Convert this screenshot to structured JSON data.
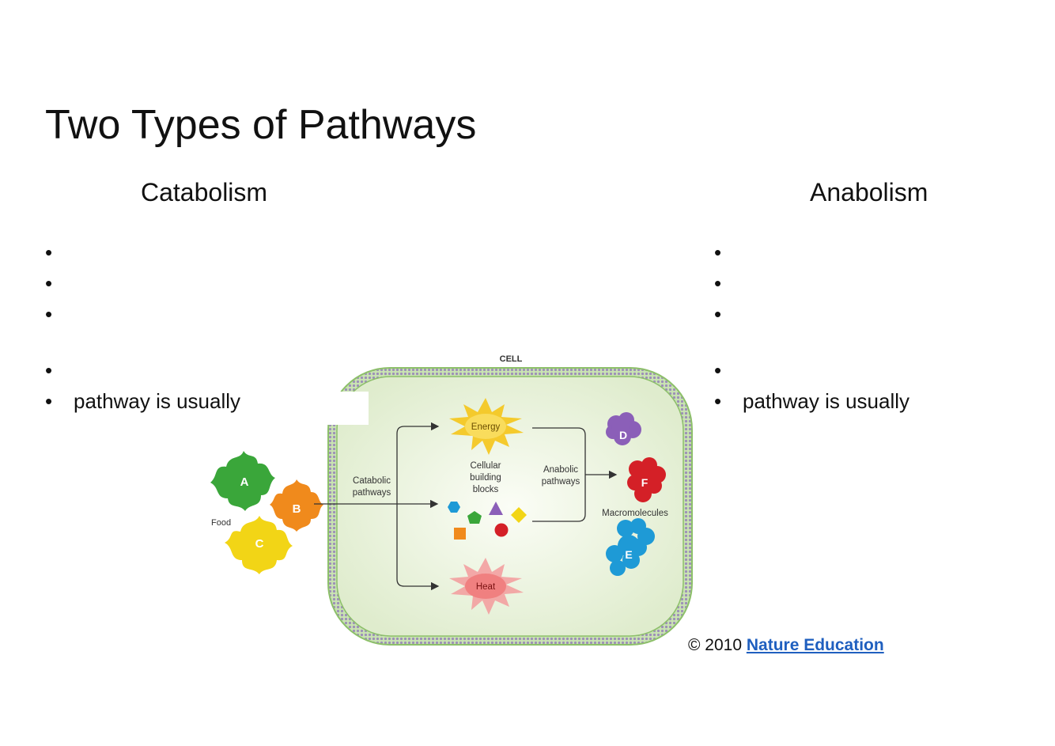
{
  "slide": {
    "title": "Two Types of Pathways"
  },
  "catabolism": {
    "heading": "Catabolism",
    "bullets": [
      "",
      "",
      "",
      "",
      "pathway is usually"
    ]
  },
  "anabolism": {
    "heading": "Anabolism",
    "bullets": [
      "",
      "",
      "",
      "",
      "pathway is usually"
    ]
  },
  "diagram": {
    "cell_label": "CELL",
    "food_label": "Food",
    "food_molecules": [
      "A",
      "B",
      "C"
    ],
    "catabolic_label": [
      "Catabolic",
      "pathways"
    ],
    "energy_label": "Energy",
    "heat_label": "Heat",
    "building_blocks_label": [
      "Cellular",
      "building",
      "blocks"
    ],
    "anabolic_label": [
      "Anabolic",
      "pathways"
    ],
    "macromolecules_label": "Macromolecules",
    "macromolecules": [
      "D",
      "F",
      "E"
    ],
    "colors": {
      "cell_fill": "#eef5e3",
      "membrane": "#8dc06a",
      "energy": "#f5c518",
      "heat": "#f08080",
      "A": "#3aa63a",
      "B": "#f08a1c",
      "C": "#f2d516",
      "D": "#8b5fb8",
      "F": "#d42027",
      "E": "#1e9ad6"
    }
  },
  "credit": {
    "prefix": "© 2010 ",
    "link": "Nature Education"
  }
}
